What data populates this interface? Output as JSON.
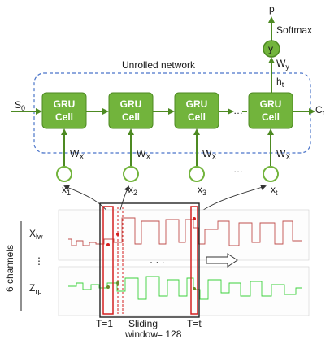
{
  "title": "Unrolled network",
  "output": {
    "p": "p",
    "softmax": "Softmax",
    "y": "y",
    "w_y": "W",
    "w_y_sub": "y",
    "h_t": "h",
    "h_t_sub": "t"
  },
  "state": {
    "s0": "S",
    "s0_sub": "0",
    "ct": "C",
    "ct_sub": "t"
  },
  "cells": [
    {
      "line1": "GRU",
      "line2": "Cell"
    },
    {
      "line1": "GRU",
      "line2": "Cell"
    },
    {
      "line1": "GRU",
      "line2": "Cell"
    },
    {
      "line1": "GRU",
      "line2": "Cell"
    }
  ],
  "weights": {
    "wx": "W",
    "wx_sub": "X"
  },
  "inputs": [
    {
      "x": "x",
      "sub": "1"
    },
    {
      "x": "x",
      "sub": "2"
    },
    {
      "x": "x",
      "sub": "3"
    },
    {
      "x": "x",
      "sub": "t"
    }
  ],
  "ellipsis": "…",
  "ellipsis_wide": "· · ·",
  "channels": {
    "label": "6 channels",
    "top": "X",
    "top_sub": "lw",
    "dots": "⋮",
    "bottom": "Z",
    "bottom_sub": "rp"
  },
  "window": {
    "t1": "T=1",
    "tt": "T=t",
    "sliding": "Sliding",
    "window": "window",
    "size": "= 128"
  },
  "colors": {
    "green": "#72b43c",
    "green_dark": "#4d8a22",
    "signal_red": "#c0504d",
    "signal_green": "#3bd13b",
    "window_red": "#d42020",
    "dashed_blue": "#4a74c9"
  }
}
